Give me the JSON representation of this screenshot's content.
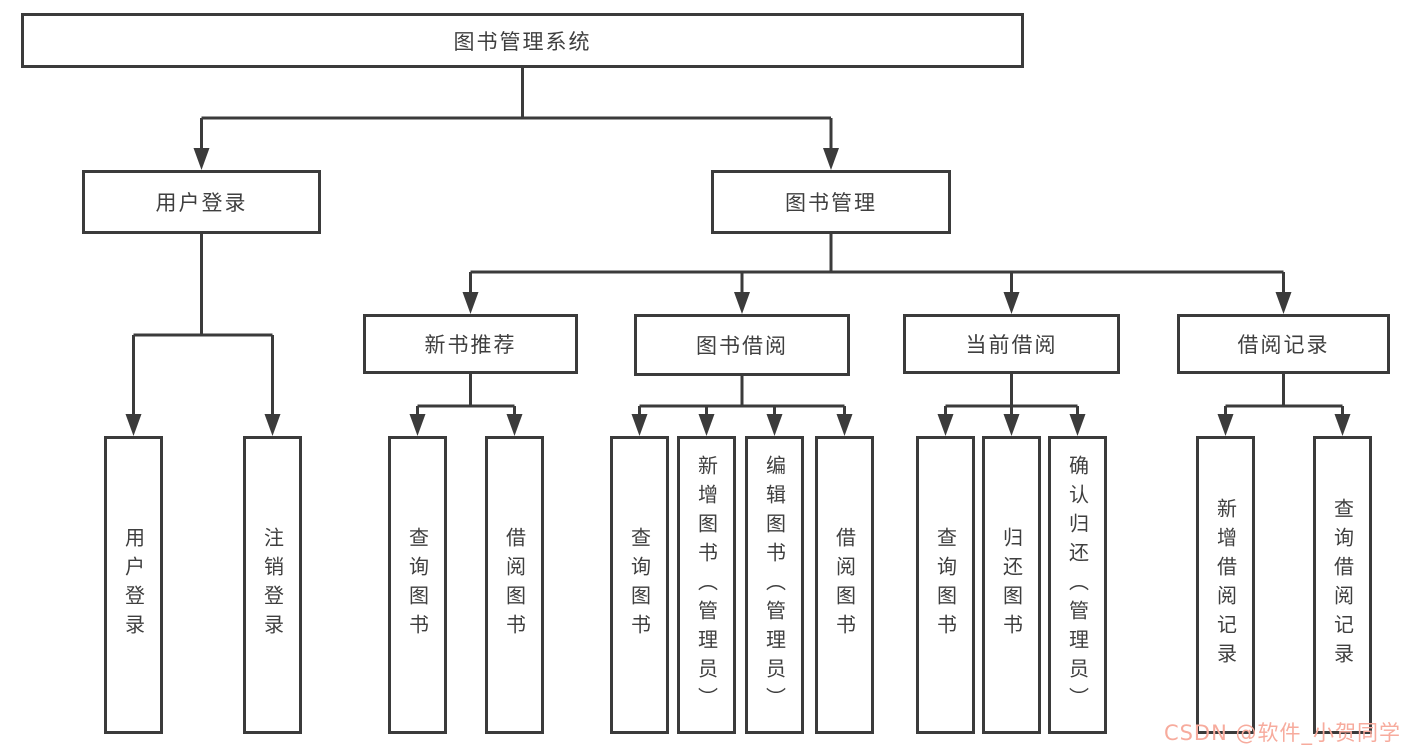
{
  "diagram": {
    "type": "hierarchy-tree",
    "title": "图书管理系统",
    "colors": {
      "line": "#3b3b3b",
      "box_border": "#3b3b3b",
      "text": "#3f3f3f",
      "background": "#ffffff",
      "watermark": "#f7ab9d"
    },
    "nodes": {
      "root": "图书管理系统",
      "user_login_branch": "用户登录",
      "book_mgmt_branch": "图书管理",
      "new_book_rec": "新书推荐",
      "book_borrow": "图书借阅",
      "current_borrow": "当前借阅",
      "borrow_records": "借阅记录",
      "leaf_user_login": "用户登录",
      "leaf_logout": "注销登录",
      "leaf_rec_query": "查询图书",
      "leaf_rec_borrow": "借阅图书",
      "leaf_bb_query": "查询图书",
      "leaf_bb_add": "新增图书（管理员）",
      "leaf_bb_edit": "编辑图书（管理员）",
      "leaf_bb_borrow": "借阅图书",
      "leaf_cb_query": "查询图书",
      "leaf_cb_return": "归还图书",
      "leaf_cb_confirm": "确认归还（管理员）",
      "leaf_br_add": "新增借阅记录",
      "leaf_br_query": "查询借阅记录"
    },
    "edges": [
      [
        "图书管理系统",
        "用户登录"
      ],
      [
        "图书管理系统",
        "图书管理"
      ],
      [
        "用户登录",
        "用户登录(叶)"
      ],
      [
        "用户登录",
        "注销登录"
      ],
      [
        "图书管理",
        "新书推荐"
      ],
      [
        "图书管理",
        "图书借阅"
      ],
      [
        "图书管理",
        "当前借阅"
      ],
      [
        "图书管理",
        "借阅记录"
      ],
      [
        "新书推荐",
        "查询图书"
      ],
      [
        "新书推荐",
        "借阅图书"
      ],
      [
        "图书借阅",
        "查询图书"
      ],
      [
        "图书借阅",
        "新增图书（管理员）"
      ],
      [
        "图书借阅",
        "编辑图书（管理员）"
      ],
      [
        "图书借阅",
        "借阅图书"
      ],
      [
        "当前借阅",
        "查询图书"
      ],
      [
        "当前借阅",
        "归还图书"
      ],
      [
        "当前借阅",
        "确认归还（管理员）"
      ],
      [
        "借阅记录",
        "新增借阅记录"
      ],
      [
        "借阅记录",
        "查询借阅记录"
      ]
    ],
    "watermark": "CSDN @软件_小贺同学"
  }
}
